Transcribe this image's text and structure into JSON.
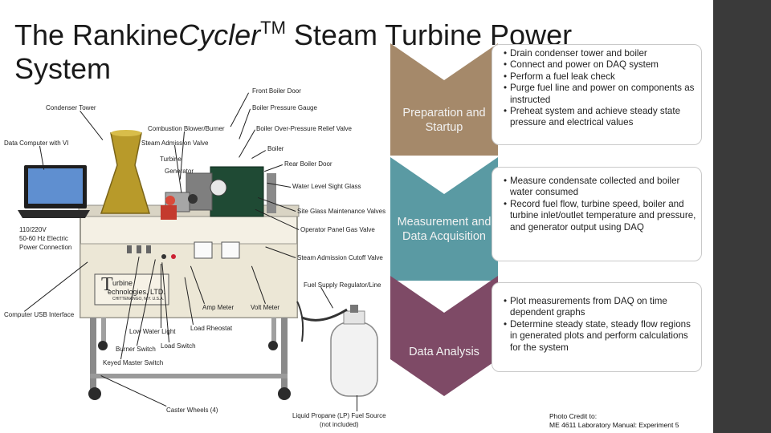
{
  "slide": {
    "title_part1": "The Rankine",
    "title_italic": "Cycler",
    "title_tm": "TM",
    "title_part2": " Steam Turbine Power",
    "title_line2": "System"
  },
  "photo_labels": {
    "front_boiler_door": "Front Boiler Door",
    "boiler_pressure_gauge": "Boiler Pressure Gauge",
    "condenser_tower": "Condenser Tower",
    "combustion_blower": "Combustion Blower/Burner",
    "relief_valve": "Boiler Over-Pressure Relief Valve",
    "data_computer": "Data Computer with VI",
    "steam_admission_valve": "Steam Admission Valve",
    "boiler": "Boiler",
    "turbine": "Turbine",
    "rear_boiler_door": "Rear Boiler Door",
    "generator": "Generator",
    "water_level": "Water Level Sight Glass",
    "site_glass": "Site Glass Maintenance Valves",
    "power": "110/220V\n50-60 Hz Electric\nPower Connection",
    "gas_valve": "Operator Panel Gas Valve",
    "cutoff_valve": "Steam Admission Cutoff Valve",
    "fuel_regulator": "Fuel Supply Regulator/Line",
    "amp_meter": "Amp Meter",
    "volt_meter": "Volt Meter",
    "usb": "Computer USB Interface",
    "low_water": "Low Water Light",
    "load_rheostat": "Load Rheostat",
    "burner_switch": "Burner Switch",
    "load_switch": "Load Switch",
    "keyed_master": "Keyed Master Switch",
    "caster_wheels": "Caster Wheels (4)",
    "propane": "Liquid Propane (LP) Fuel Source\n(not included)",
    "brand_line1": "urbine",
    "brand_line2": "echnologies, LTD.",
    "brand_line3": "CHITTENANGO, N.Y. U.S.A."
  },
  "steps": [
    {
      "label": "Preparation and Startup",
      "color": "#a5896a",
      "bullets": [
        "Drain condenser tower and boiler",
        "Connect and power on DAQ system",
        "Perform a fuel leak check",
        "Purge fuel line and power on components as instructed",
        "Preheat system and achieve steady state pressure and electrical values"
      ]
    },
    {
      "label": "Measurement and Data Acquisition",
      "color": "#5a9aa3",
      "bullets": [
        "Measure condensate collected and boiler water consumed",
        "Record fuel flow, turbine speed, boiler and turbine inlet/outlet temperature and pressure, and generator output using DAQ"
      ]
    },
    {
      "label": "Data Analysis",
      "color": "#7e4a66",
      "bullets": [
        "Plot measurements from DAQ on time dependent graphs",
        "Determine steady state, steady flow regions in generated plots and perform calculations for the system"
      ]
    }
  ],
  "credit": {
    "line1": "Photo Credit to:",
    "line2": "ME 4611 Laboratory Manual: Experiment 5"
  }
}
